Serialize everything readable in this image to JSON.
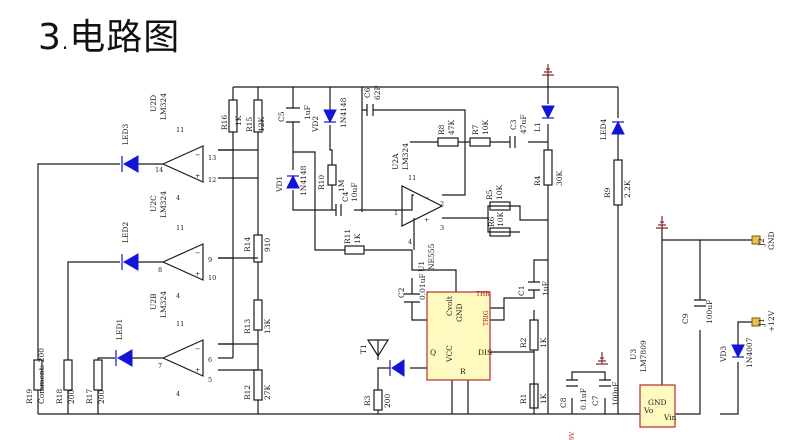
{
  "page": {
    "title": "3.电路图",
    "title_num": "3",
    "title_dot": ".",
    "title_text": "电路图"
  },
  "comp": {
    "u2d": "U2D",
    "u2d_p": "LM324",
    "u2c": "U2C",
    "u2c_p": "LM324",
    "u2b": "U2B",
    "u2b_p": "LM324",
    "u2a": "U2A",
    "u2a_p": "LM324",
    "u1": "U1",
    "u1_p": "NE555",
    "u3": "U3",
    "u3_p": "LM7809",
    "led1": "LED1",
    "led2": "LED2",
    "led3": "LED3",
    "led4": "LED4",
    "l1": "L1",
    "t1": "T1",
    "vd1": "VD1",
    "vd1_p": "1N4148",
    "vd2": "VD2",
    "vd2_p": "1N4148",
    "vd3": "VD3",
    "vd3_p": "1N4007",
    "r1": "R1",
    "r1_v": "1K",
    "r2": "R2",
    "r2_v": "1K",
    "r3": "R3",
    "r3_v": "200",
    "r4": "R4",
    "r4_v": "30K",
    "r5": "R5",
    "r5_v": "10K",
    "r6": "R6",
    "r6_v": "10K",
    "r7": "R7",
    "r7_v": "10K",
    "r8": "R8",
    "r8_v": "47K",
    "r9": "R9",
    "r9_v": "2.2K",
    "r10": "R10",
    "r10_v": "1M",
    "r11": "R11",
    "r11_v": "1K",
    "r12": "R12",
    "r12_v": "27K",
    "r13": "R13",
    "r13_v": "13K",
    "r14": "R14",
    "r14_v": "910",
    "r15": "R15",
    "r15_v": "12K",
    "r16": "R16",
    "r16_v": "1K",
    "r17": "R17",
    "r17_v": "200",
    "r18": "R18",
    "r18_v": "200",
    "r19": "R19",
    "r19_v": "Comment: 200",
    "c1": "C1",
    "c1_v": "1uF",
    "c2": "C2",
    "c2_v": "0.01uF",
    "c3": "C3",
    "c3_v": "47uF",
    "c4": "C4",
    "c4_v": "10uF",
    "c5": "C5",
    "c5_v": "1uF",
    "c6": "C6",
    "c6_v": "62P",
    "c7": "C7",
    "c7_v": "100uF",
    "c8": "C8",
    "c8_v": "0.1uF",
    "c9": "C9",
    "c9_v": "100uF",
    "j1": "J1",
    "j1_v": "+12V",
    "j2": "J2",
    "j2_v": "GND",
    "u1_q": "Q",
    "u1_vcc": "VCC",
    "u1_r": "R",
    "u1_dis": "DIS",
    "u1_cvolt": "Cvolt",
    "u1_gnd": "GND",
    "u1_trig": "TRIG",
    "u1_thr": "THR",
    "u3_gnd": "GND",
    "u3_vin": "Vin",
    "u3_vo": "Vo",
    "fv": "9V"
  }
}
